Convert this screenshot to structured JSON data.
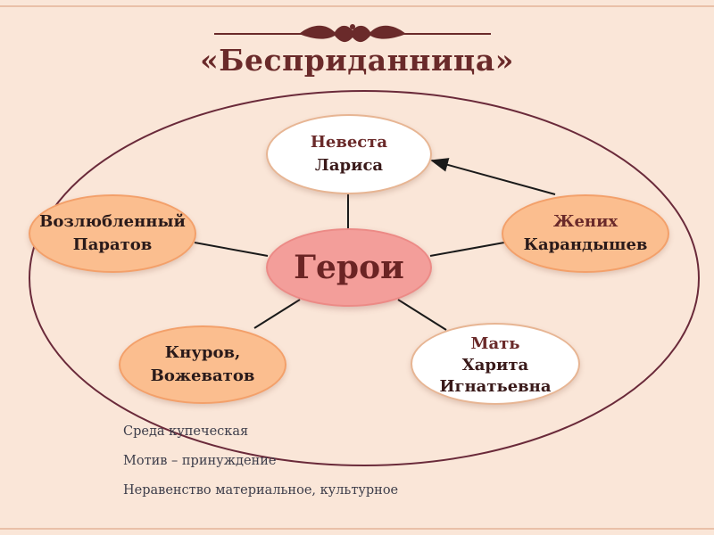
{
  "title": "«Бесприданница»",
  "nodes": {
    "center": "Герои",
    "bride": {
      "line1": "Невеста",
      "line2": "Лариса"
    },
    "beloved": {
      "line1": "Возлюбленный",
      "line2": "Паратов"
    },
    "groom": {
      "line1": "Жених",
      "line2": "Карандышев"
    },
    "merchants": {
      "line1": "Кнуров,",
      "line2": "Вожеватов"
    },
    "mother": {
      "line1": "Мать",
      "line2": "Харита",
      "line3": "Игнатьевна"
    }
  },
  "notes": [
    "Среда купеческая",
    "Мотив – принуждение",
    "Неравенство материальное, культурное"
  ],
  "colors": {
    "background": "#fae6d8",
    "title": "#6a2a2a",
    "center_node": "#f39e9a",
    "orange_node": "#fbbe8f",
    "white_node": "#ffffff",
    "outer_ellipse": "#6a2a3a"
  }
}
